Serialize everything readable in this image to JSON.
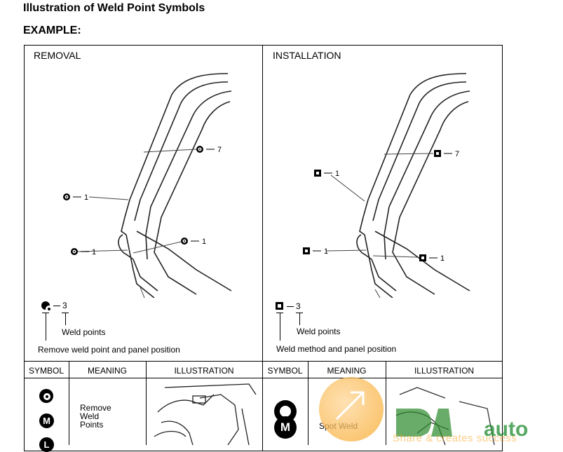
{
  "title": "Illustration of Weld Point Symbols",
  "example_label": "EXAMPLE:",
  "removal": {
    "heading": "REMOVAL",
    "callouts": [
      "7",
      "1",
      "1",
      "1",
      "3"
    ],
    "legend_number": "3",
    "weld_points_label": "Weld points",
    "position_label": "Remove weld point and panel position"
  },
  "installation": {
    "heading": "INSTALLATION",
    "callouts": [
      "7",
      "1",
      "1",
      "1",
      "3"
    ],
    "legend_number": "3",
    "weld_points_label": "Weld points",
    "position_label": "Weld method and panel position"
  },
  "table": {
    "headers_left": [
      "SYMBOL",
      "MEANING",
      "ILLUSTRATION"
    ],
    "headers_right": [
      "SYMBOL",
      "MEANING",
      "ILLUSTRATION"
    ],
    "left_symbols": [
      "",
      "M",
      "L"
    ],
    "left_meaning": "Remove\nWeld\nPoints",
    "right_symbols": [
      "",
      "M"
    ],
    "right_meaning": "Spot Weld"
  },
  "watermark": {
    "brand": "auto",
    "tagline": "Share & creates success",
    "colors": {
      "logo_green": "#2a8a2a",
      "badge_orange": "#f6a623",
      "text_green": "#1e8c2e"
    }
  }
}
